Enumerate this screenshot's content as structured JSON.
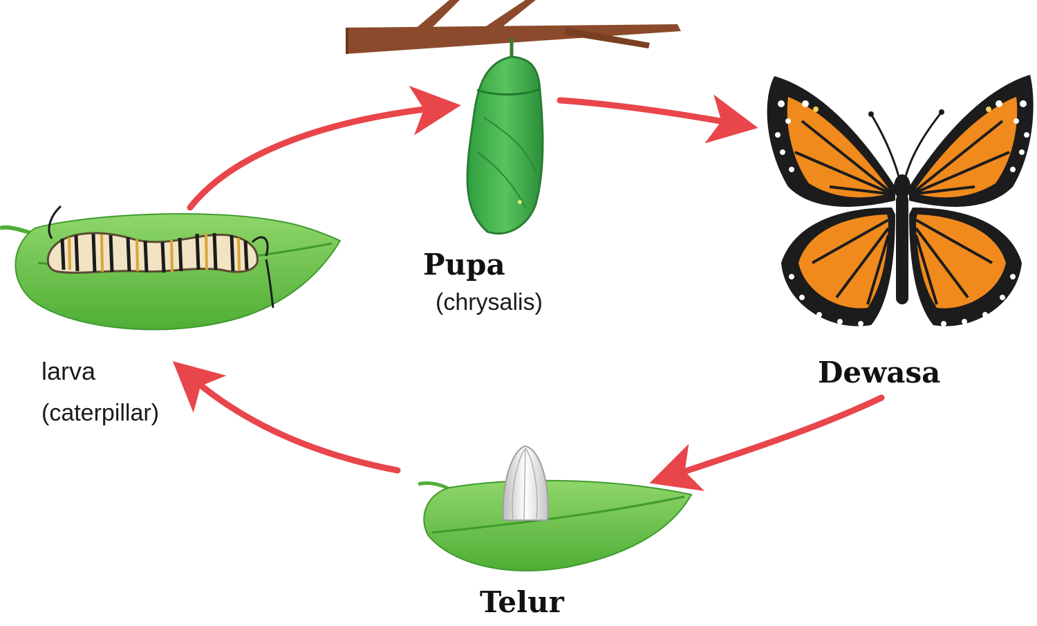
{
  "stages": {
    "pupa": {
      "name": "Pupa",
      "note": "(chrysalis)"
    },
    "adult": {
      "name": "Dewasa"
    },
    "egg": {
      "name": "Telur"
    },
    "larva": {
      "name": "larva",
      "note": "(caterpillar)"
    }
  },
  "colors": {
    "arrow": "#e8464a",
    "leaf": "#6cc24a",
    "leaf_dark": "#3f9a2e",
    "branch": "#8b4a2b",
    "chrysalis": "#3fae49",
    "wing_orange": "#f08a1c",
    "wing_black": "#1c1c1c",
    "egg": "#eeeeee"
  }
}
